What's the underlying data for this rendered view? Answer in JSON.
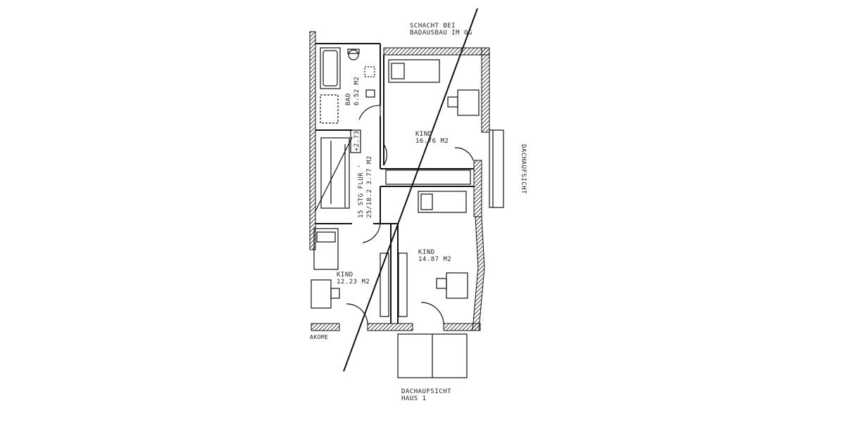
{
  "labels": {
    "shaft_note_line1": "SCHACHT BEI",
    "shaft_note_line2": "BADAUSBAU IM OG",
    "bath_name": "BAD",
    "bath_area": "6.52 M2",
    "stair_level": "+2.73",
    "stair_line1": "15 STG FLUR '",
    "stair_line2": "25/18.2 3.77 M2",
    "kid1_name": "KIND",
    "kid1_area": "16.76 M2",
    "kid2_name": "KIND",
    "kid2_area": "14.87 M2",
    "kid3_name": "KIND",
    "kid3_area": "12.23 M2",
    "roof_view_side": "DACHAUFSICHT",
    "roof_view_bottom_line1": "DACHAUFSICHT",
    "roof_view_bottom_line2": "HAUS 1",
    "cut_label": "AKOME"
  }
}
